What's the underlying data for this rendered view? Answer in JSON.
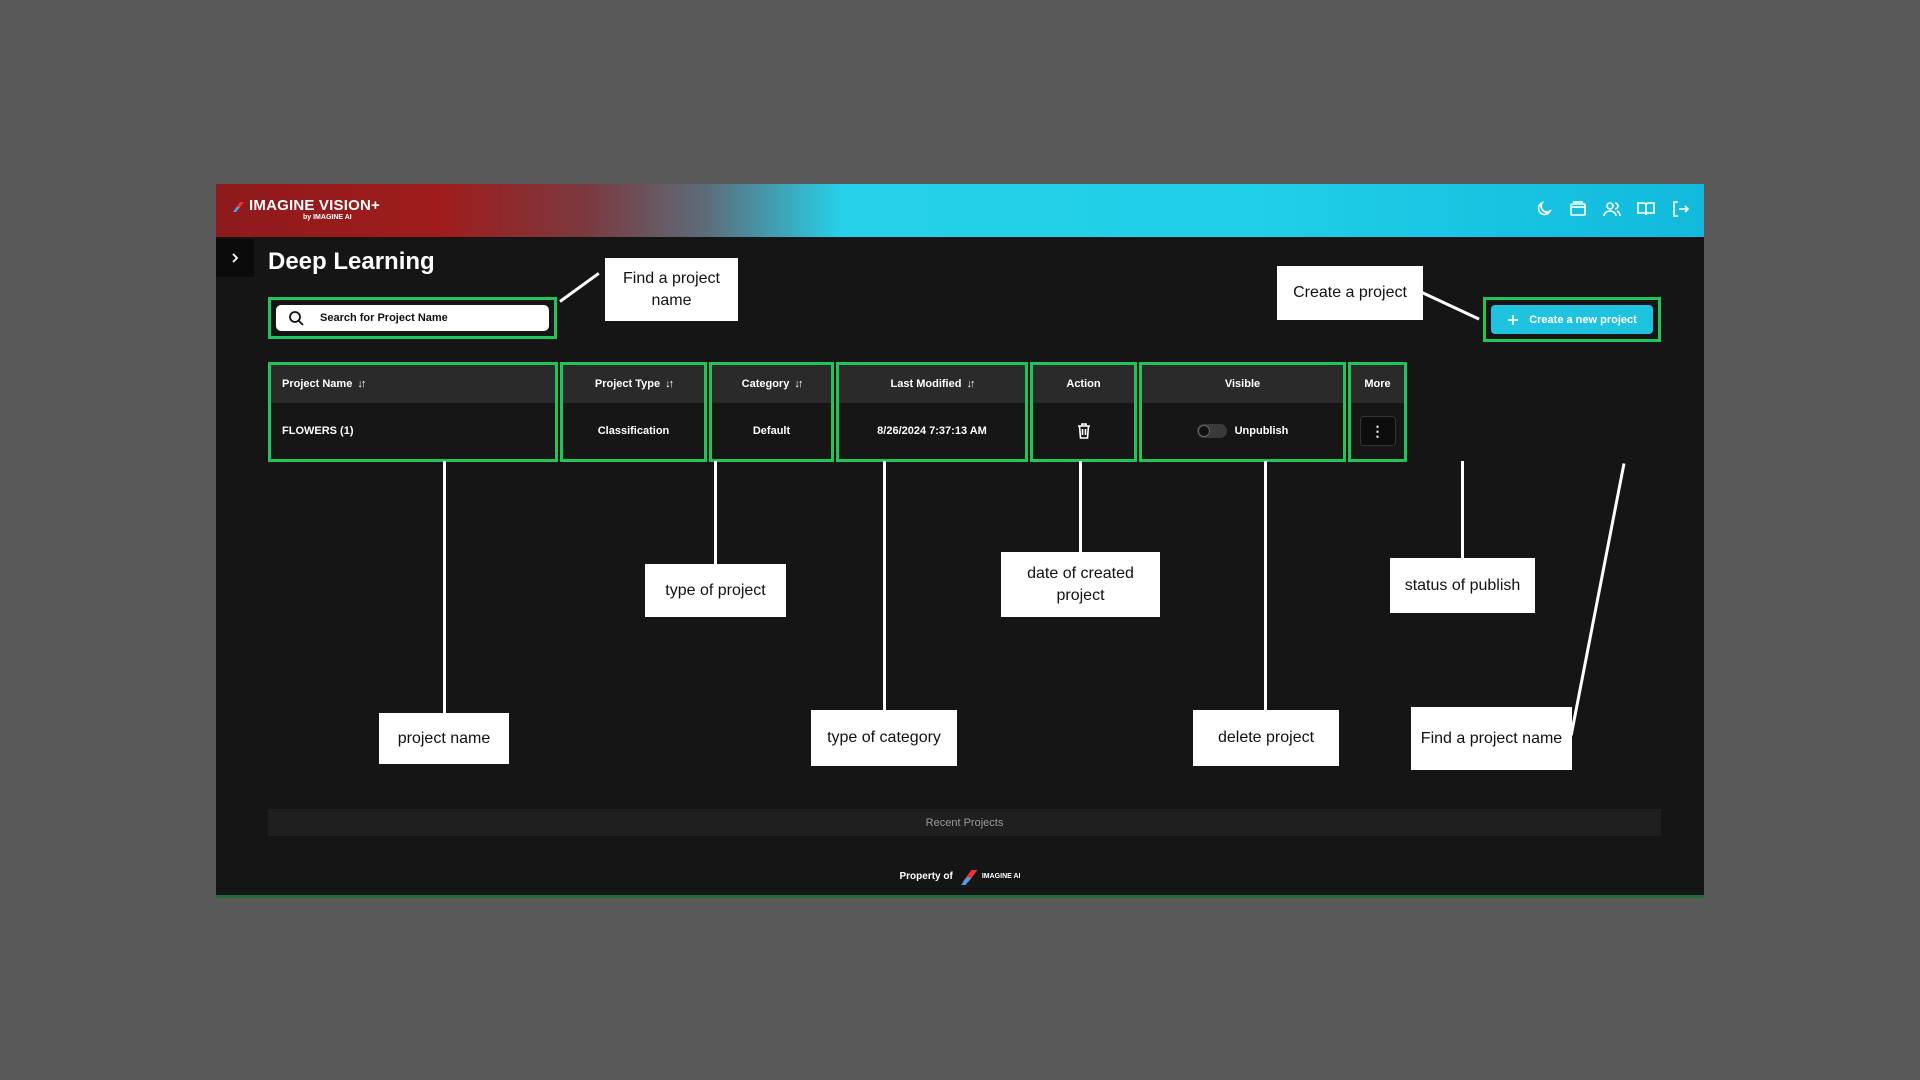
{
  "header": {
    "logo_text": "IMAGINE VISION+",
    "logo_sub": "by IMAGINE AI",
    "icons": [
      "moon-icon",
      "window-icon",
      "users-icon",
      "book-icon",
      "logout-icon"
    ]
  },
  "page": {
    "title": "Deep Learning"
  },
  "search": {
    "placeholder": "Search for Project Name"
  },
  "create_button": {
    "label": "Create a new project"
  },
  "table": {
    "headers": {
      "project_name": "Project Name",
      "project_type": "Project Type",
      "category": "Category",
      "last_modified": "Last Modified",
      "action": "Action",
      "visible": "Visible",
      "more": "More"
    },
    "rows": [
      {
        "project_name": "FLOWERS (1)",
        "project_type": "Classification",
        "category": "Default",
        "last_modified": "8/26/2024 7:37:13 AM",
        "visible": "Unpublish",
        "visible_on": false
      }
    ]
  },
  "recent": {
    "label": "Recent Projects"
  },
  "footer": {
    "property_of": "Property of",
    "brand": "IMAGINE AI"
  },
  "callouts": {
    "find_project": "Find a project name",
    "create_project": "Create a project",
    "type_of_project": "type of project",
    "date_created": "date of created project",
    "status_publish": "status of publish",
    "project_name": "project name",
    "type_of_category": "type of category",
    "delete_project": "delete project",
    "find_project_more": "Find a project name"
  },
  "colors": {
    "highlight": "#1fc45a",
    "accent": "#1fc3e0",
    "background": "#151516"
  }
}
